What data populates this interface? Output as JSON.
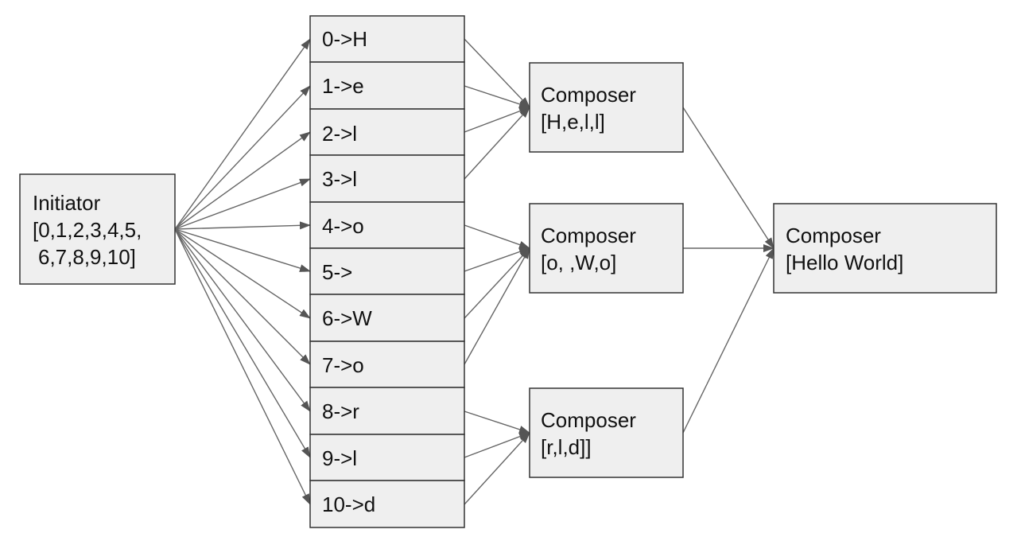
{
  "initiator": {
    "lines": [
      "Initiator",
      "[0,1,2,3,4,5,",
      "6,7,8,9,10]"
    ]
  },
  "mappers": [
    {
      "label": "0->H"
    },
    {
      "label": "1->e"
    },
    {
      "label": "2->l"
    },
    {
      "label": "3->l"
    },
    {
      "label": "4->o"
    },
    {
      "label": "5->"
    },
    {
      "label": "6->W"
    },
    {
      "label": "7->o"
    },
    {
      "label": "8->r"
    },
    {
      "label": "9->l"
    },
    {
      "label": "10->d"
    }
  ],
  "composers": [
    {
      "title": "Composer",
      "value": "[H,e,l,l]"
    },
    {
      "title": "Composer",
      "value": "[o, ,W,o]"
    },
    {
      "title": "Composer",
      "value": "[r,l,d]]"
    }
  ],
  "final": {
    "title": "Composer",
    "value": "[Hello World]"
  },
  "colors": {
    "box_fill": "#efefef",
    "box_stroke": "#333333",
    "edge": "#666666",
    "text": "#111111"
  }
}
